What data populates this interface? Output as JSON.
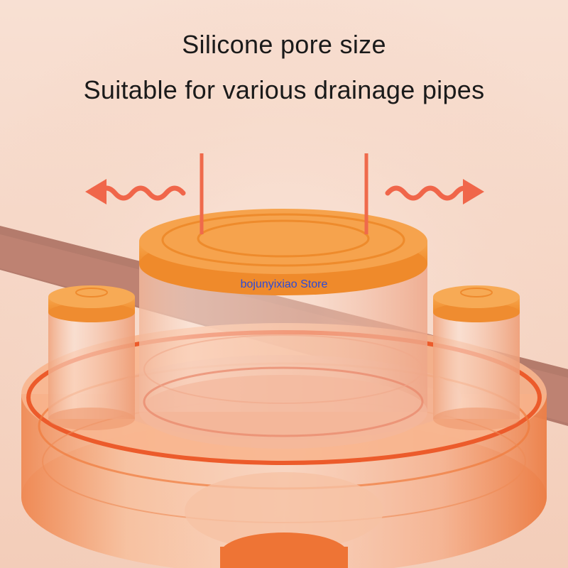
{
  "headline": {
    "line1": "Silicone pore size",
    "line2": "Suitable for various drainage pipes"
  },
  "watermark": "bojunyixiao Store",
  "colors": {
    "background": "#f6d8c9",
    "product_orange": "#f39a3c",
    "arrow": "#f0664a",
    "text": "#1a1a1a",
    "watermark": "#2b4ad8"
  },
  "icons": {
    "left_arrow": "wavy-arrow-left-icon",
    "right_arrow": "wavy-arrow-right-icon"
  }
}
